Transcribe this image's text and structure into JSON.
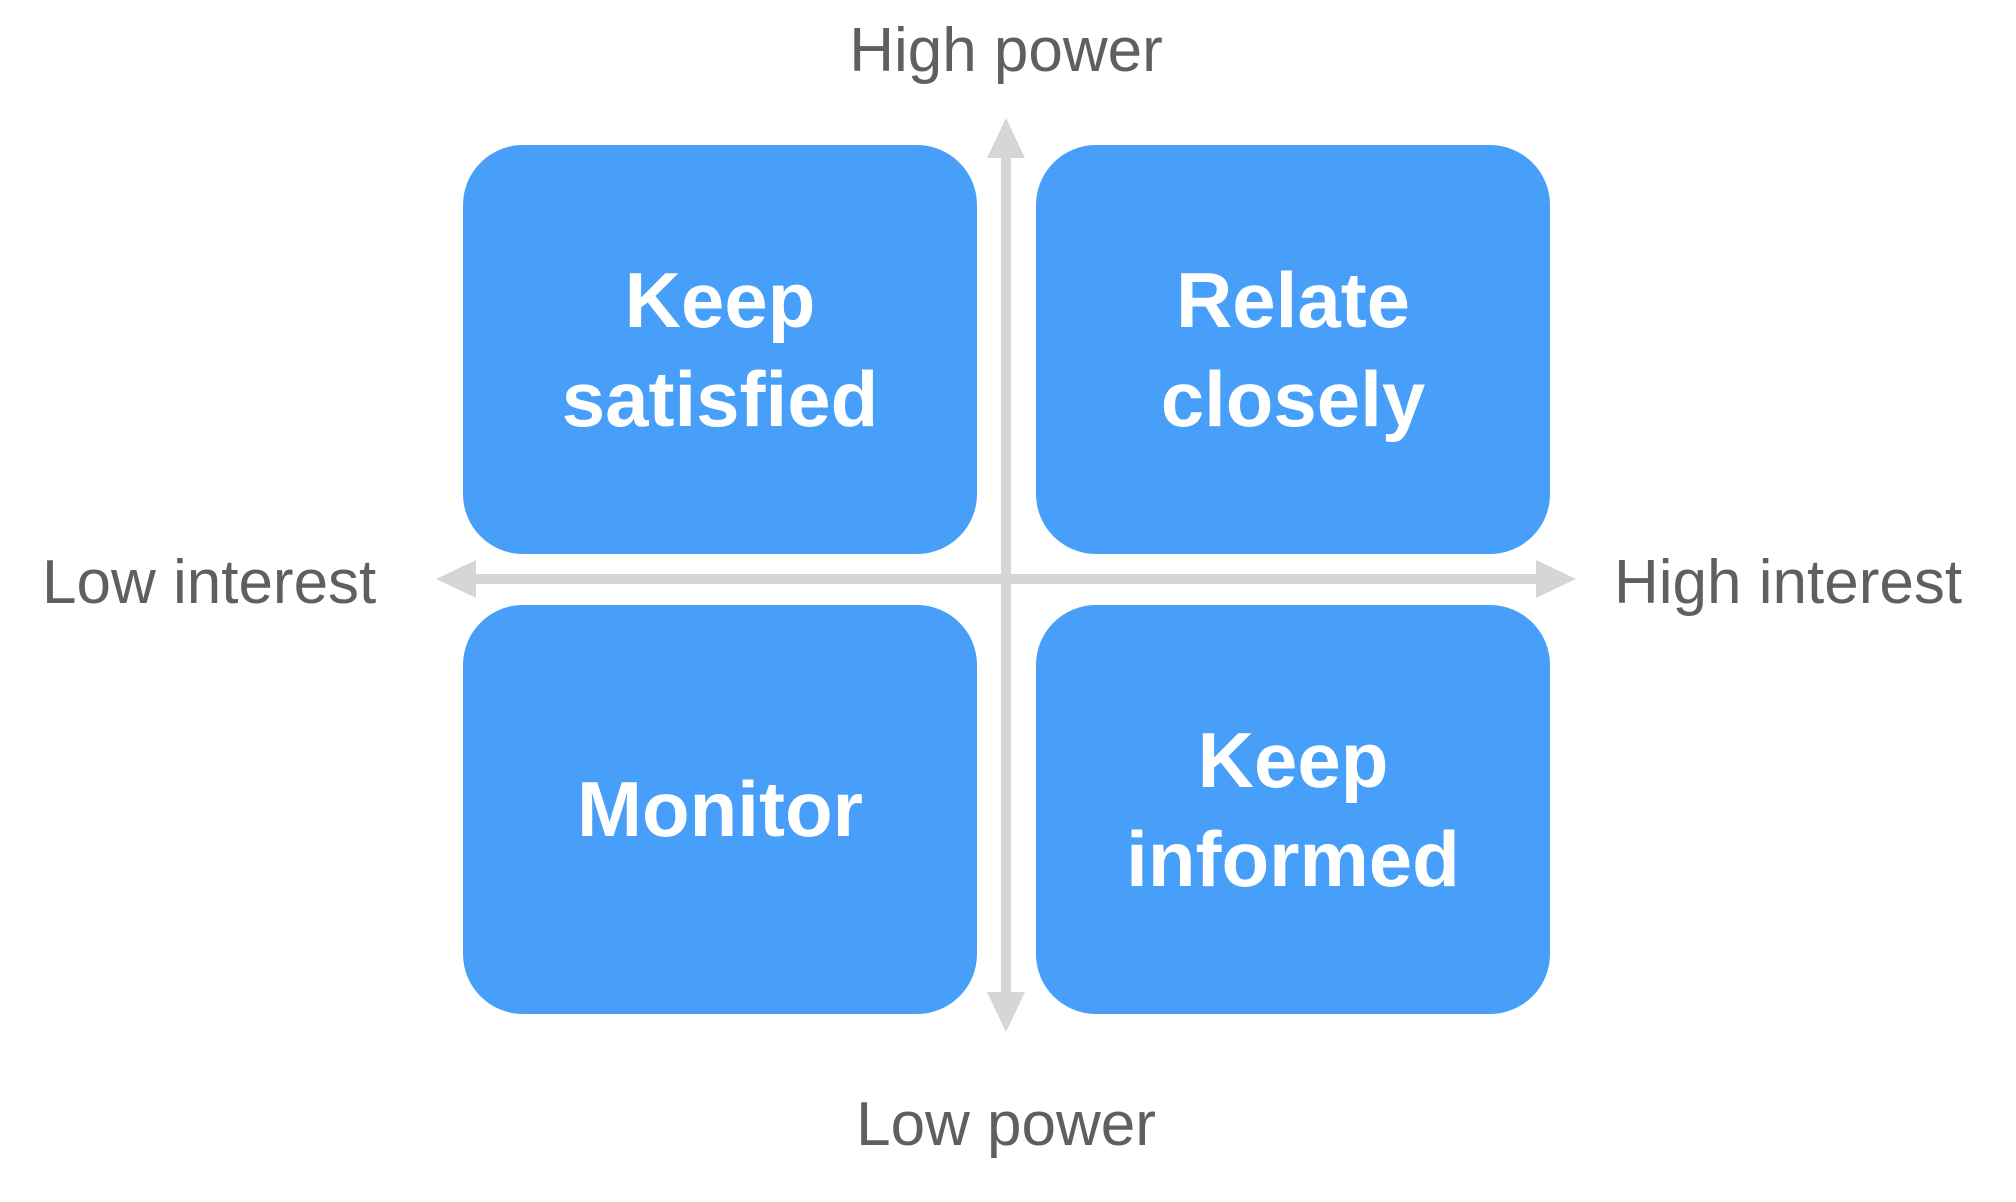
{
  "axes": {
    "top_label": "High power",
    "bottom_label": "Low power",
    "left_label": "Low interest",
    "right_label": "High interest",
    "axis_color": "#d6d6d6"
  },
  "quadrants": {
    "top_left": "Keep satisfied",
    "top_right": "Relate closely",
    "bottom_left": "Monitor",
    "bottom_right": "Keep informed",
    "fill_color": "#479ff9",
    "text_color": "#ffffff"
  }
}
